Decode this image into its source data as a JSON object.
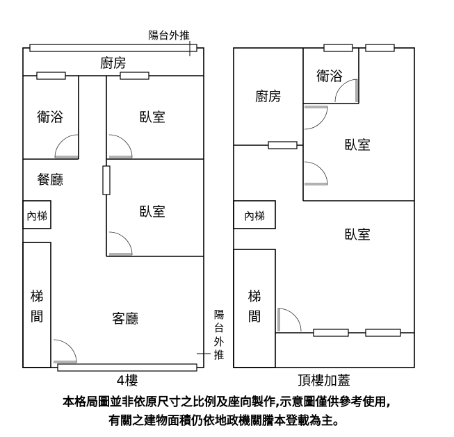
{
  "plans": [
    {
      "title": "4樓",
      "rooms": {
        "kitchen": "廚房",
        "bathroom": "衛浴",
        "bedroom_1": "臥室",
        "bedroom_2": "臥室",
        "dining": "餐廳",
        "inner_stairs": "內梯",
        "stairwell_1": "梯",
        "stairwell_2": "間",
        "living": "客廳"
      },
      "balcony_top": "陽台外推",
      "balcony_side": [
        "陽",
        "台",
        "外",
        "推"
      ]
    },
    {
      "title": "頂樓加蓋",
      "rooms": {
        "kitchen": "廚房",
        "bathroom": "衛浴",
        "bedroom_1": "臥室",
        "bedroom_2": "臥室",
        "inner_stairs": "內梯",
        "stairwell_1": "梯",
        "stairwell_2": "間"
      }
    }
  ],
  "disclaimer": [
    "本格局圖並非依原尺寸之比例及座向製作,示意圖僅供參考使用,",
    "有關之建物面積仍依地政機關謄本登載為主。"
  ]
}
